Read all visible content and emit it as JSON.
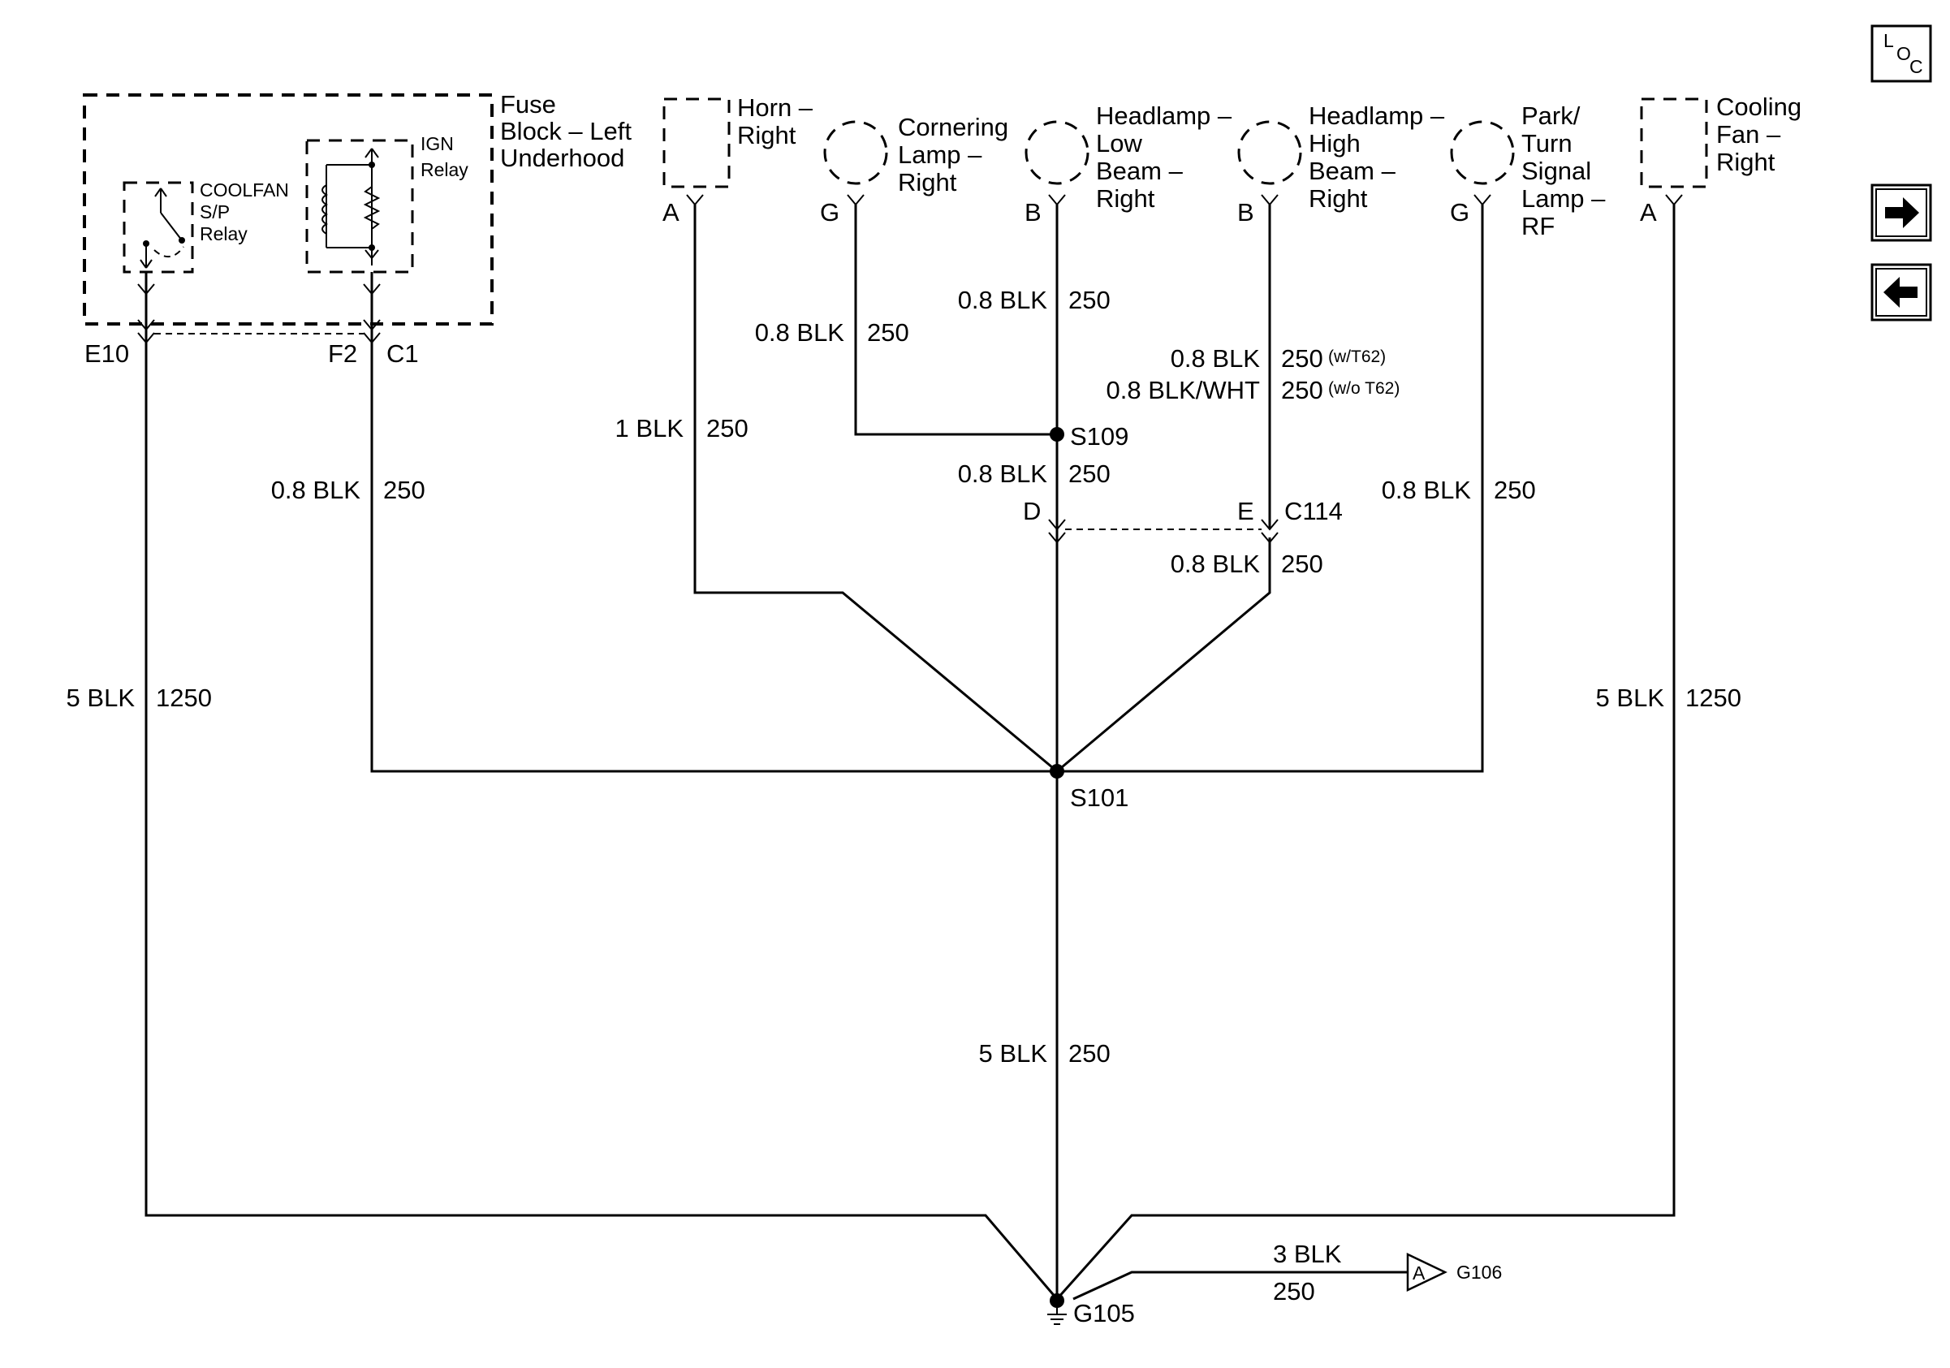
{
  "components": {
    "fuse_block": [
      "Fuse",
      "Block – Left",
      "Underhood"
    ],
    "ign_relay": [
      "IGN",
      "Relay"
    ],
    "coolfan_relay": [
      "COOLFAN",
      "S/P",
      "Relay"
    ],
    "horn": [
      "Horn –",
      "Right"
    ],
    "cornering_lamp": [
      "Cornering",
      "Lamp –",
      "Right"
    ],
    "headlamp_low": [
      "Headlamp –",
      "Low",
      "Beam –",
      "Right"
    ],
    "headlamp_high": [
      "Headlamp –",
      "High",
      "Beam –",
      "Right"
    ],
    "park_turn": [
      "Park/",
      "Turn",
      "Signal",
      "Lamp –",
      "RF"
    ],
    "cooling_fan": [
      "Cooling",
      "Fan –",
      "Right"
    ]
  },
  "pins": {
    "horn": "A",
    "cornering": "G",
    "low_beam": "B",
    "high_beam": "B",
    "park_turn": "G",
    "cooling_fan": "A",
    "fuse_e10": "E10",
    "fuse_f2": "F2",
    "fuse_c1": "C1",
    "c114_d": "D",
    "c114_e": "E",
    "c114": "C114"
  },
  "wires": {
    "cornering_gauge": "0.8 BLK",
    "cornering_circuit": "250",
    "low_beam_gauge": "0.8 BLK",
    "low_beam_circuit": "250",
    "high_beam_gauge_1": "0.8 BLK",
    "high_beam_circuit_1": "250",
    "high_beam_opt_1": "(w/T62)",
    "high_beam_gauge_2": "0.8 BLK/WHT",
    "high_beam_circuit_2": "250",
    "high_beam_opt_2": "(w/o T62)",
    "horn_gauge": "1 BLK",
    "horn_circuit": "250",
    "fuse_c1_gauge": "0.8 BLK",
    "fuse_c1_circuit": "250",
    "s109_down_gauge": "0.8 BLK",
    "s109_down_circuit": "250",
    "park_gauge": "0.8 BLK",
    "park_circuit": "250",
    "c114_down_gauge": "0.8 BLK",
    "c114_down_circuit": "250",
    "e10_gauge": "5 BLK",
    "e10_circuit": "1250",
    "fan_gauge": "5 BLK",
    "fan_circuit": "1250",
    "main_gauge": "5 BLK",
    "main_circuit": "250",
    "g106_gauge": "3 BLK",
    "g106_circuit": "250"
  },
  "splices": {
    "s109": "S109",
    "s101": "S101"
  },
  "grounds": {
    "g105": "G105",
    "g106": "G106",
    "g106_ref": "A"
  },
  "nav": {
    "loc": [
      "L",
      "O",
      "C"
    ]
  }
}
